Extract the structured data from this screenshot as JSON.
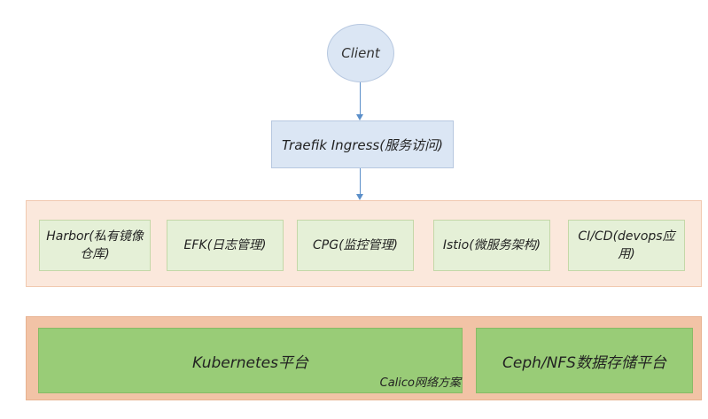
{
  "client": {
    "label": "Client"
  },
  "ingress": {
    "label": "Traefik Ingress(服务访问)"
  },
  "services": [
    {
      "label": "Harbor(私有镜像仓库)"
    },
    {
      "label": "EFK(日志管理)"
    },
    {
      "label": "CPG(监控管理)"
    },
    {
      "label": "Istio(微服务架构)"
    },
    {
      "label": "CI/CD(devops应用)"
    }
  ],
  "platform": {
    "kubernetes_label": "Kubernetes平台",
    "network_label": "Calico网络方案",
    "storage_label": "Ceph/NFS数据存储平台"
  },
  "colors": {
    "blue_node": "#dbe6f4",
    "connector": "#5b8fc9",
    "services_band": "#fbe8dc",
    "service_box": "#e5f0d7",
    "platform_band": "#f2c3a6",
    "platform_box": "#99cc77"
  }
}
